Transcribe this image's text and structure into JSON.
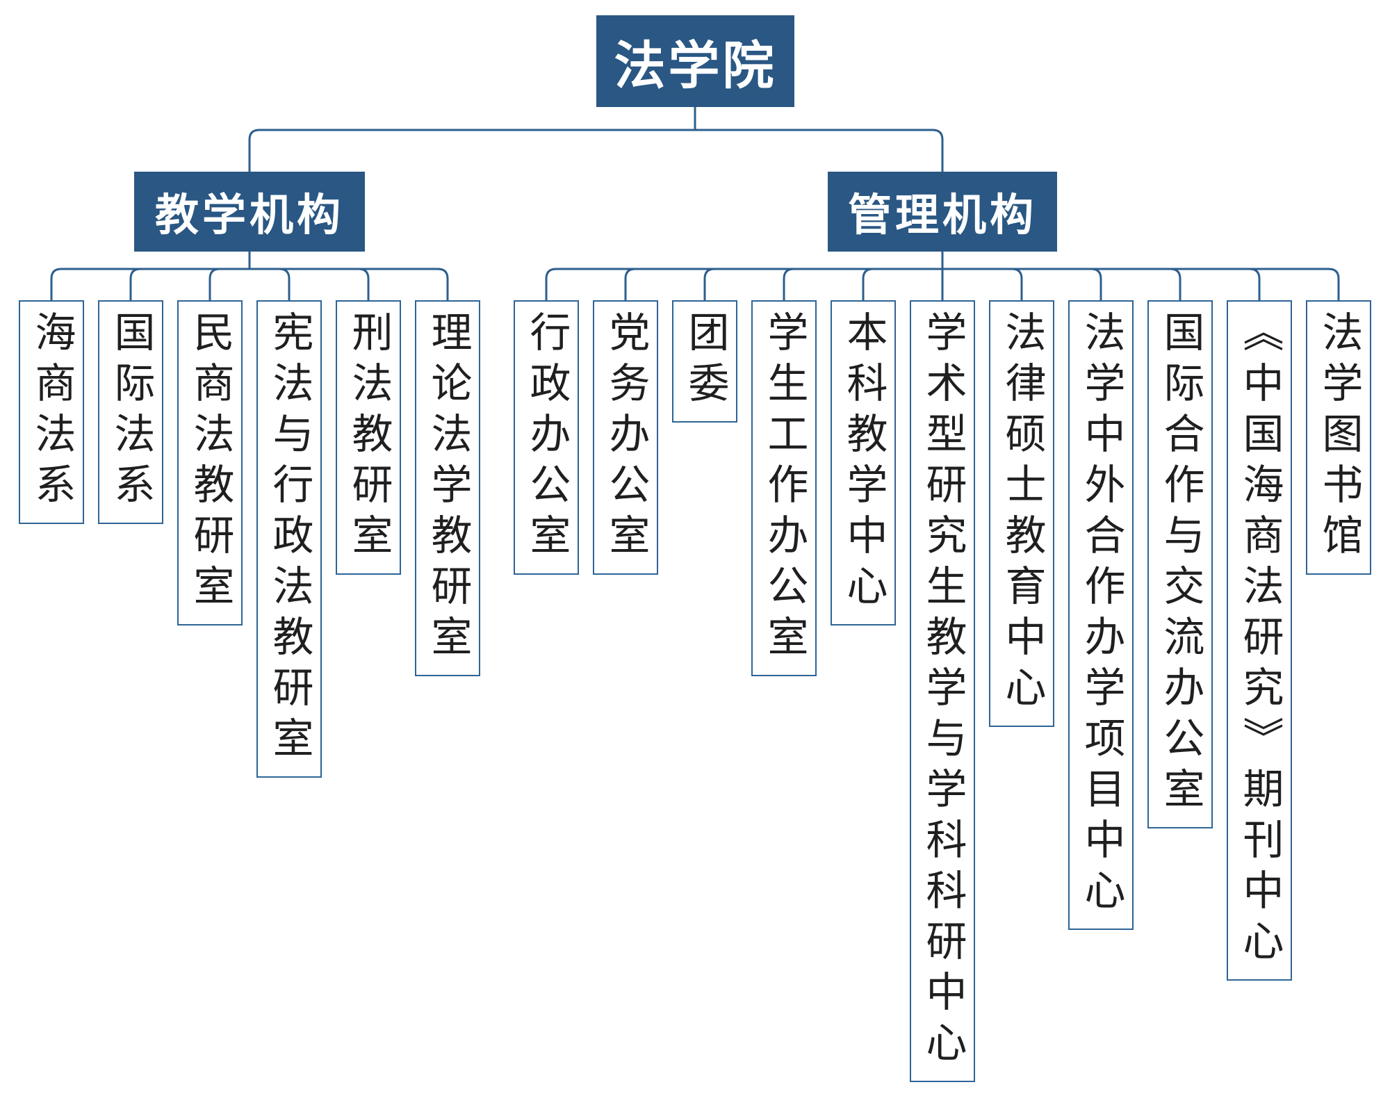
{
  "root": {
    "label": "法学院"
  },
  "branches": [
    {
      "label": "教学机构",
      "children": [
        {
          "label": "海商法系"
        },
        {
          "label": "国际法系"
        },
        {
          "label": "民商法教研室"
        },
        {
          "label": "宪法与行政法教研室"
        },
        {
          "label": "刑法教研室"
        },
        {
          "label": "理论法学教研室"
        }
      ]
    },
    {
      "label": "管理机构",
      "children": [
        {
          "label": "行政办公室"
        },
        {
          "label": "党务办公室"
        },
        {
          "label": "团委"
        },
        {
          "label": "学生工作办公室"
        },
        {
          "label": "本科教学中心"
        },
        {
          "label": "学术型研究生教学与学科科研中心"
        },
        {
          "label": "法律硕士教育中心"
        },
        {
          "label": "法学中外合作办学项目中心"
        },
        {
          "label": "国际合作与交流办公室"
        },
        {
          "label": "《中国海商法研究》期刊中心"
        },
        {
          "label": "法学图书馆"
        }
      ]
    }
  ],
  "colors": {
    "node_fill": "#2a5783",
    "node_text": "#ffffff",
    "line_color": "#2c5f8e",
    "child_border": "#2e6496",
    "child_text": "#1f1f1f",
    "page_bg": "#ffffff"
  }
}
